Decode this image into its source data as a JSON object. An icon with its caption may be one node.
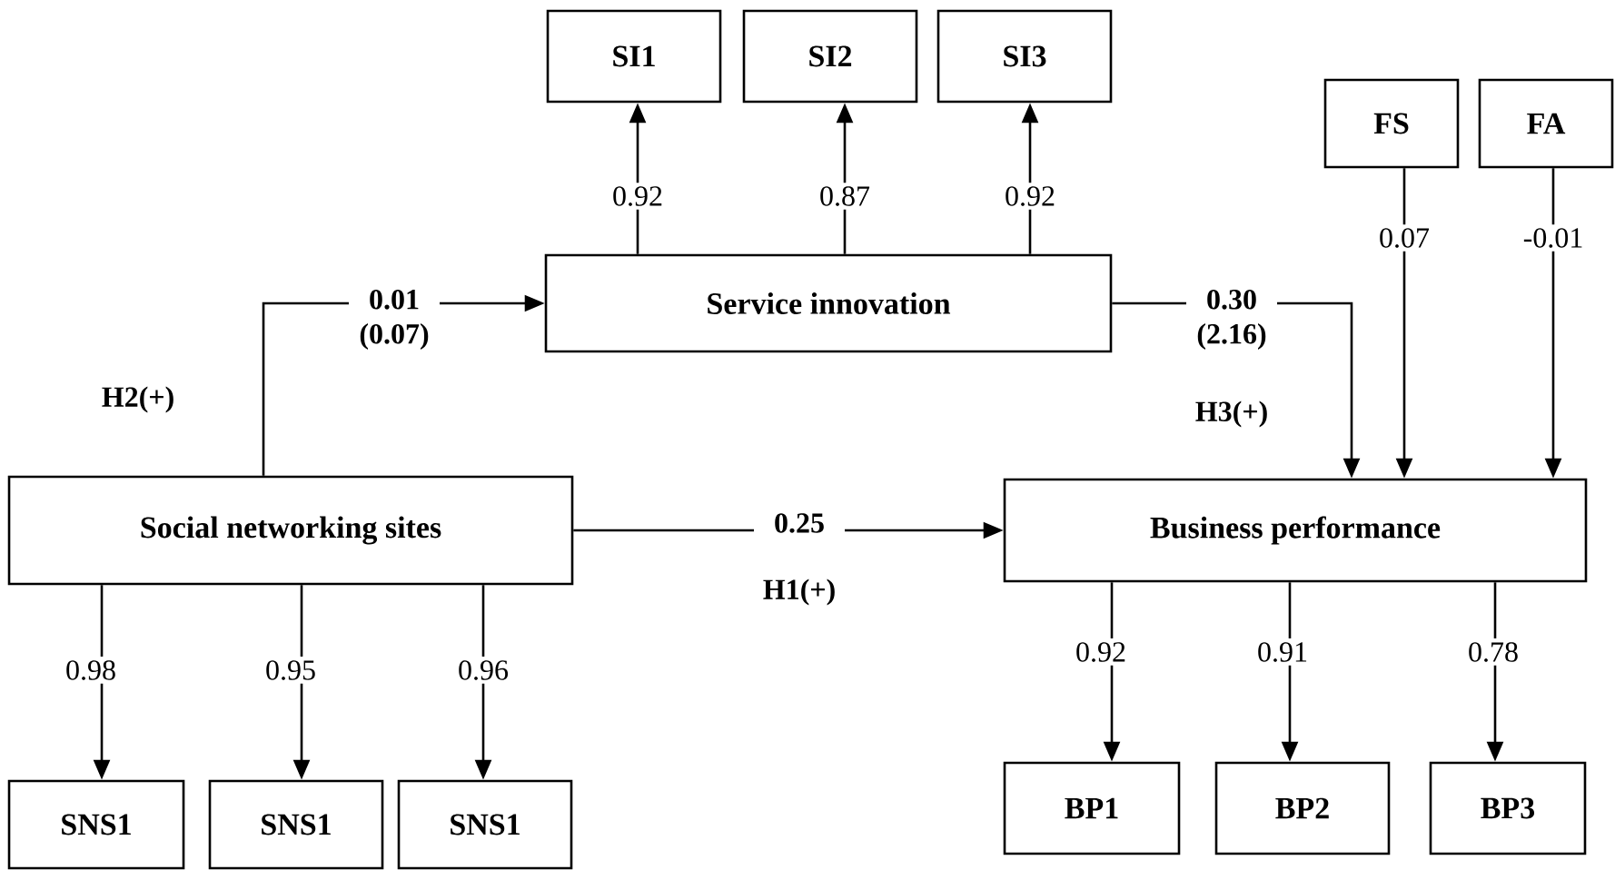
{
  "diagram": {
    "nodes": [
      {
        "text": [
          "SI1"
        ]
      },
      {
        "text": [
          "SI2"
        ]
      },
      {
        "text": [
          "SI3"
        ]
      },
      {
        "text": [
          "FS"
        ]
      },
      {
        "text": [
          "FA"
        ]
      },
      {
        "text": [
          "Service innovation"
        ]
      },
      {
        "text": [
          "Social networking sites"
        ]
      },
      {
        "text": [
          "Business performance"
        ]
      },
      {
        "text": [
          "SNS1"
        ]
      },
      {
        "text": [
          "SNS1"
        ]
      },
      {
        "text": [
          "SNS1"
        ]
      },
      {
        "text": [
          "BP1"
        ]
      },
      {
        "text": [
          "BP2"
        ]
      },
      {
        "text": [
          "BP3"
        ]
      }
    ],
    "edges": [
      {
        "from": 5,
        "to": 0,
        "arrow": "to",
        "label": "0.92"
      },
      {
        "from": 5,
        "to": 1,
        "arrow": "to",
        "label": "0.87"
      },
      {
        "from": 5,
        "to": 2,
        "arrow": "to",
        "label": "0.92"
      },
      {
        "from": 6,
        "to": 5,
        "arrow": "to",
        "label": "0.01 (0.07)"
      },
      {
        "from": 5,
        "to": 7,
        "arrow": "to",
        "label": "0.30 (2.16)"
      },
      {
        "from": 3,
        "to": 7,
        "arrow": "to",
        "label": "0.07"
      },
      {
        "from": 4,
        "to": 7,
        "arrow": "to",
        "label": "-0.01"
      },
      {
        "from": 6,
        "to": 7,
        "arrow": "to",
        "label": "0.25"
      },
      {
        "from": 6,
        "to": 8,
        "arrow": "to",
        "label": "0.98"
      },
      {
        "from": 6,
        "to": 9,
        "arrow": "to",
        "label": "0.95"
      },
      {
        "from": 6,
        "to": 10,
        "arrow": "to",
        "label": "0.96"
      },
      {
        "from": 7,
        "to": 11,
        "arrow": "to",
        "label": "0.92"
      },
      {
        "from": 7,
        "to": 12,
        "arrow": "to",
        "label": "0.91"
      },
      {
        "from": 7,
        "to": 13,
        "arrow": "to",
        "label": "0.78"
      }
    ],
    "labels": [
      "H2(+)",
      "H3(+)",
      "H1(+)"
    ]
  }
}
